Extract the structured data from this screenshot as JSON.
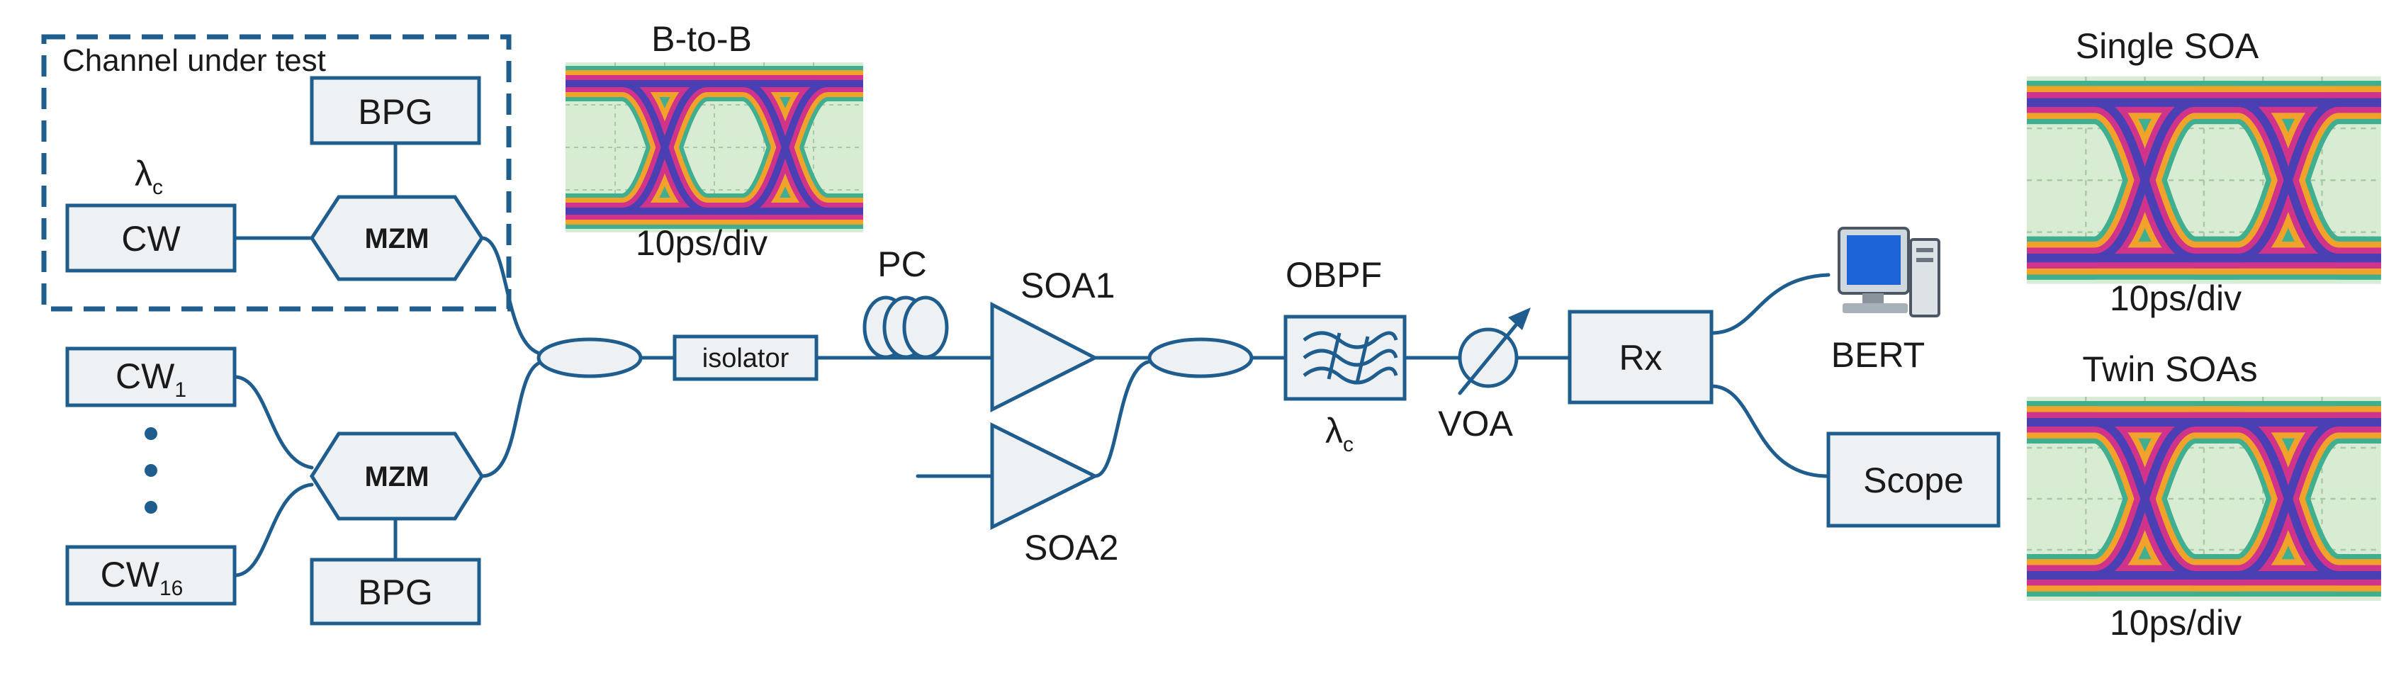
{
  "colors": {
    "line": "#1e5d8e",
    "box_fill": "#eef1f4",
    "eye_bg": "#d7ecd3",
    "eye_outer": "#f0a22a",
    "eye_mid": "#d0338a",
    "eye_inner": "#4a3fb3",
    "eye_edge": "#3faf8f"
  },
  "diagram": {
    "group_label": "Channel under test",
    "lambda_c": "λ",
    "lambda_c_sub": "c",
    "cw": "CW",
    "bpg_top": "BPG",
    "mzm_top": "MZM",
    "cw1": "CW",
    "cw1_sub": "1",
    "cw16": "CW",
    "cw16_sub": "16",
    "mzm_bottom": "MZM",
    "bpg_bottom": "BPG",
    "isolator": "isolator",
    "pc": "PC",
    "soa1": "SOA1",
    "soa2": "SOA2",
    "obpf": "OBPF",
    "obpf_lambda": "λ",
    "obpf_lambda_sub": "c",
    "voa": "VOA",
    "rx": "Rx",
    "bert": "BERT",
    "scope": "Scope"
  },
  "eyes": {
    "btob_title": "B-to-B",
    "btob_scale": "10ps/div",
    "single_title": "Single SOA",
    "single_scale": "10ps/div",
    "twin_title": "Twin SOAs",
    "twin_scale": "10ps/div"
  }
}
